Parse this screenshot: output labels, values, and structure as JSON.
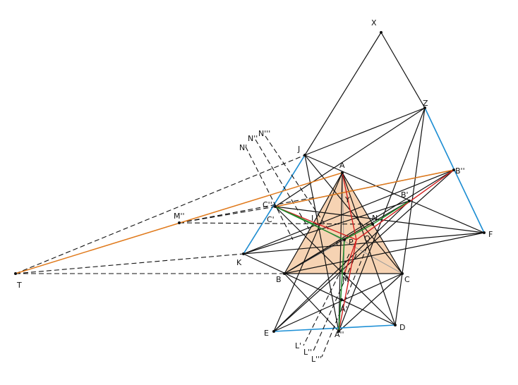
{
  "diagram": {
    "colors": {
      "triangle_fill": "#f6d3b3",
      "black": "#111111",
      "blue": "#1e90d6",
      "orange": "#e07a1c",
      "red": "#d21f1f",
      "green": "#1f8a2a"
    },
    "labels": {
      "X": "X",
      "Z": "Z",
      "J": "J",
      "A": "A",
      "B2": "B''",
      "B1": "B'",
      "F": "F",
      "K": "K",
      "C2": "C''",
      "C1": "C'",
      "M2": "M''",
      "N": "N",
      "O": "O",
      "P": "P",
      "Q": "Q",
      "Y": "Y",
      "I": "I",
      "T": "T",
      "B": "B",
      "C": "C",
      "M": "M",
      "A1": "A'",
      "A2": "A''",
      "E": "E",
      "D": "D",
      "N1": "N'",
      "N2": "N''",
      "N3": "N'''",
      "L1": "L'",
      "L2": "L''",
      "L3": "L'''"
    }
  }
}
